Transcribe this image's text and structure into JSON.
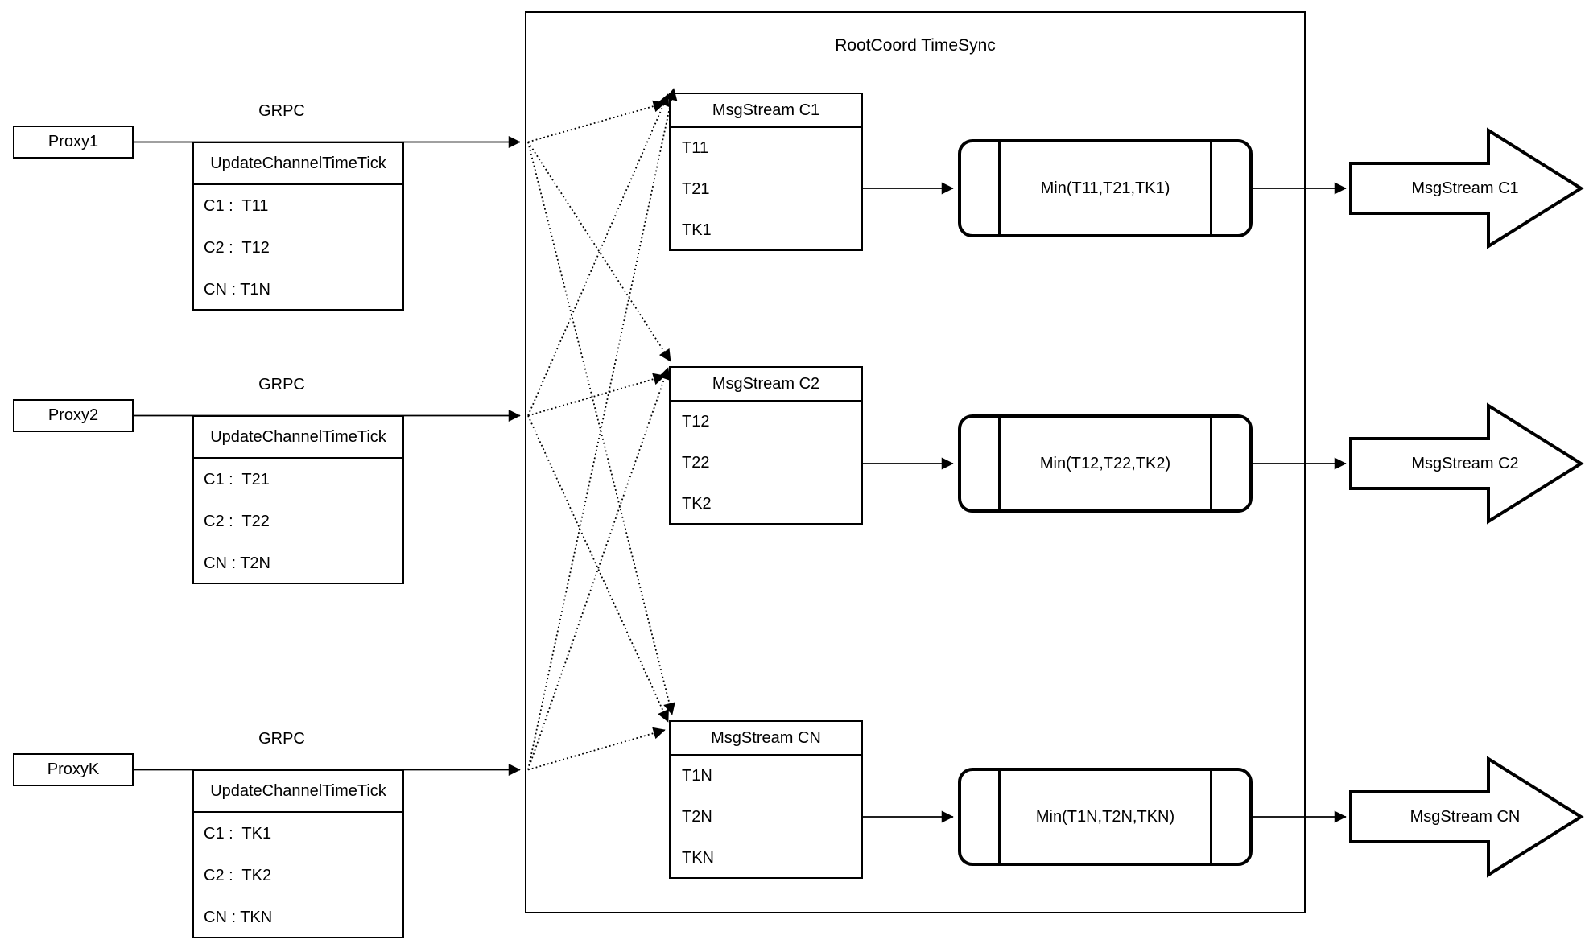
{
  "title": "RootCoord TimeSync",
  "grpc_label": "GRPC",
  "proxies": [
    {
      "name": "Proxy1",
      "table_header": "UpdateChannelTimeTick",
      "rows": [
        "C1 :  T11",
        "C2 :  T12",
        "CN : T1N"
      ]
    },
    {
      "name": "Proxy2",
      "table_header": "UpdateChannelTimeTick",
      "rows": [
        "C1 :  T21",
        "C2 :  T22",
        "CN : T2N"
      ]
    },
    {
      "name": "ProxyK",
      "table_header": "UpdateChannelTimeTick",
      "rows": [
        "C1 :  TK1",
        "C2 :  TK2",
        "CN : TKN"
      ]
    }
  ],
  "streams": [
    {
      "header": "MsgStream C1",
      "ticks": [
        "T11",
        "T21",
        "TK1"
      ],
      "min_label": "Min(T11,T21,TK1)",
      "output_label": "MsgStream C1"
    },
    {
      "header": "MsgStream C2",
      "ticks": [
        "T12",
        "T22",
        "TK2"
      ],
      "min_label": "Min(T12,T22,TK2)",
      "output_label": "MsgStream C2"
    },
    {
      "header": "MsgStream CN",
      "ticks": [
        "T1N",
        "T2N",
        "TKN"
      ],
      "min_label": "Min(T1N,T2N,TKN)",
      "output_label": "MsgStream CN"
    }
  ],
  "colors": {
    "stroke": "#000000",
    "background": "#ffffff"
  }
}
